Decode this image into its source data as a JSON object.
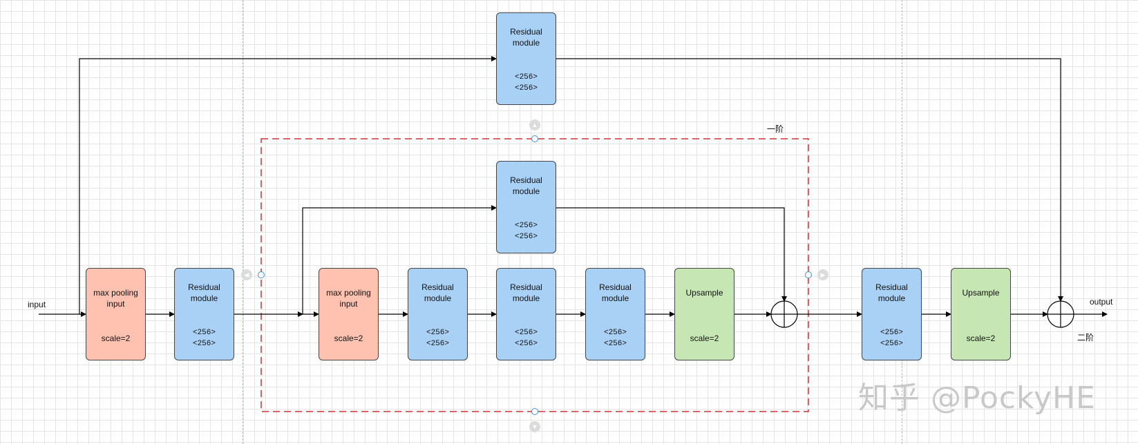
{
  "diagram": {
    "input_label": "input",
    "output_label": "output",
    "order1_label": "一阶",
    "order2_label": "二阶",
    "watermark": "知乎 @PockyHE",
    "colors": {
      "residual": "#a9d0f5",
      "pooling": "#ffc2b0",
      "upsample": "#c6e6b4",
      "order_box": "#d03030"
    },
    "nodes": {
      "pool_outer": {
        "name": "max pooling input",
        "detail": "scale=2"
      },
      "res_outer_in": {
        "name": "Residual module",
        "spec1": "<256>",
        "spec2": "<256>"
      },
      "res_top": {
        "name": "Residual module",
        "spec1": "<256>",
        "spec2": "<256>"
      },
      "res_inner_skip": {
        "name": "Residual module",
        "spec1": "<256>",
        "spec2": "<256>"
      },
      "pool_inner": {
        "name": "max pooling input",
        "detail": "scale=2"
      },
      "res_inner_1": {
        "name": "Residual module",
        "spec1": "<256>",
        "spec2": "<256>"
      },
      "res_inner_2": {
        "name": "Residual module",
        "spec1": "<256>",
        "spec2": "<256>"
      },
      "res_inner_3": {
        "name": "Residual module",
        "spec1": "<256>",
        "spec2": "<256>"
      },
      "up_inner": {
        "name": "Upsample",
        "detail": "scale=2"
      },
      "res_outer_out": {
        "name": "Residual module",
        "spec1": "<256>",
        "spec2": "<256>"
      },
      "up_outer": {
        "name": "Upsample",
        "detail": "scale=2"
      }
    }
  }
}
